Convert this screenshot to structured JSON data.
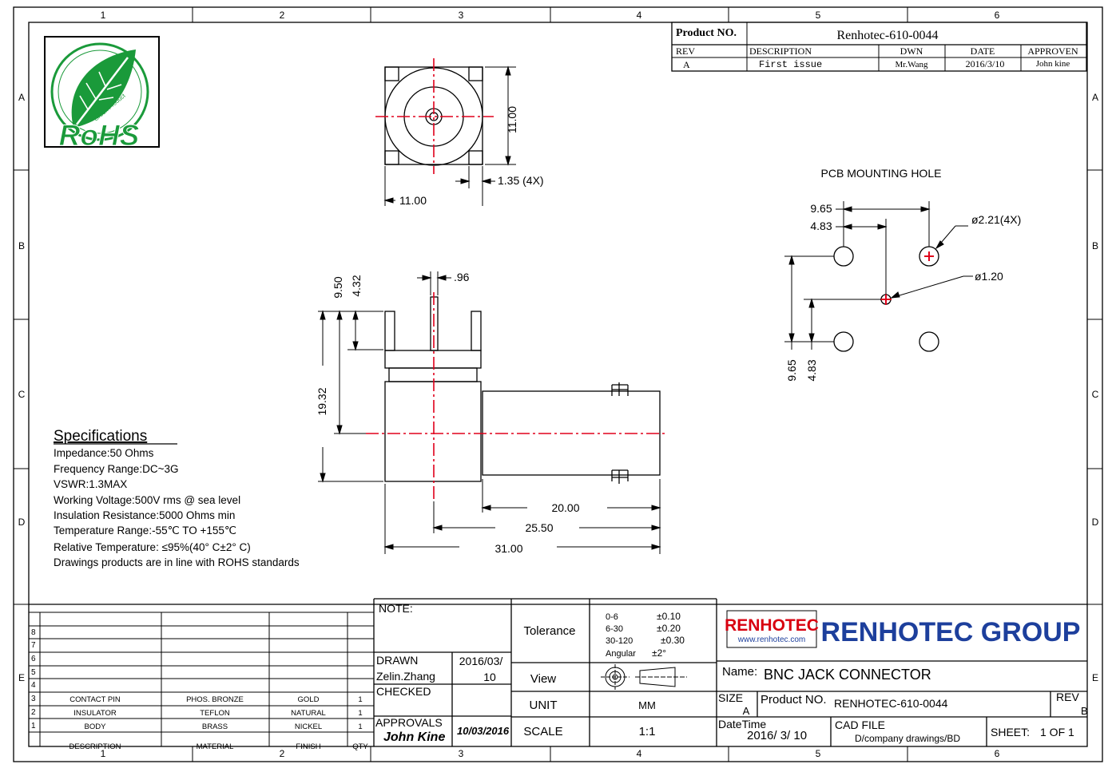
{
  "grid": {
    "cols": [
      "1",
      "2",
      "3",
      "4",
      "5",
      "6"
    ],
    "rows": [
      "A",
      "B",
      "C",
      "D",
      "E"
    ]
  },
  "title_block": {
    "product_no_label": "Product NO.",
    "product_no": "Renhotec-610-0044",
    "rev_label": "REV",
    "desc_label": "DESCRIPTION",
    "dwn_label": "DWN",
    "date_label": "DATE",
    "approven_label": "APPROVEN",
    "rev": "A",
    "desc": "First issue",
    "dwn": "Mr.Wang",
    "date": "2016/3/10",
    "approven": "John kine"
  },
  "logo": {
    "text": "RoHS",
    "subtext": "Green Product"
  },
  "dims": {
    "top_h": "11.00",
    "top_w": "11.00",
    "pin_w": "1.35 (4X)",
    "side_096": ".96",
    "side_950": "9.50",
    "side_432": "4.32",
    "side_1932": "19.32",
    "len_2000": "20.00",
    "len_2550": "25.50",
    "len_3100": "31.00"
  },
  "pcb": {
    "title": "PCB  MOUNTING  HOLE",
    "h965": "9.65",
    "h483": "4.83",
    "v965": "9.65",
    "v483": "4.83",
    "hole4x": "ø2.21(4X)",
    "hole_center": "ø1.20"
  },
  "specs": {
    "title": "Specifications",
    "lines": [
      "Impedance:50 Ohms",
      "Frequency Range:DC~3G",
      "VSWR:1.3MAX",
      "Working Voltage:500V rms @ sea level",
      "Insulation Resistance:5000 Ohms min",
      "Temperature Range:-55℃ TO +155℃",
      "Relative Temperature: ≤95%(40° C±2° C)",
      "Drawings products are in line with ROHS standards"
    ]
  },
  "bom": {
    "row_numbers": [
      "8",
      "7",
      "6",
      "5",
      "4",
      "3",
      "2",
      "1"
    ],
    "rows": [
      {
        "no": "3",
        "desc": "CONTACT PIN",
        "material": "PHOS. BRONZE",
        "finish": "GOLD",
        "qty": "1"
      },
      {
        "no": "2",
        "desc": "INSULATOR",
        "material": "TEFLON",
        "finish": "NATURAL",
        "qty": "1"
      },
      {
        "no": "1",
        "desc": "BODY",
        "material": "BRASS",
        "finish": "NICKEL",
        "qty": "1"
      }
    ],
    "headers": {
      "desc": "DESCRIPTION",
      "material": "MATERIAL",
      "finish": "FINISH",
      "qty": "QTY"
    }
  },
  "info": {
    "note_label": "NOTE:",
    "drawn_label": "DRAWN",
    "drawn_name": "Zelin.Zhang",
    "drawn_date1": "2016/03/",
    "drawn_date2": "10",
    "checked_label": "CHECKED",
    "approvals_label": "APPROVALS",
    "approvals_sign": "John Kine",
    "approvals_date": "10/03/2016",
    "tolerance_label": "Tolerance",
    "tol": [
      {
        "range": "0-6",
        "val": "±0.10"
      },
      {
        "range": "6-30",
        "val": "±0.20"
      },
      {
        "range": "30-120",
        "val": "±0.30"
      },
      {
        "range": "Angular",
        "val": "±2°"
      }
    ],
    "view_label": "View",
    "unit_label": "UNIT",
    "unit": "MM",
    "scale_label": "SCALE",
    "scale": "1:1",
    "company_logo": "RENHOTEC",
    "company_url": "www.renhotec.com",
    "company_name": "RENHOTEC  GROUP",
    "name_label": "Name:",
    "name": "BNC JACK CONNECTOR",
    "size_label": "SIZE",
    "size": "A",
    "product_label": "Product NO.",
    "product": "RENHOTEC-610-0044",
    "rev_label": "REV",
    "rev": "B",
    "datetime_label": "DateTime",
    "datetime": "2016/ 3/ 10",
    "cad_label": "CAD FILE",
    "cad": "D/company drawings/BD",
    "sheet_label": "SHEET:",
    "sheet": "1 OF 1"
  },
  "colors": {
    "center": "#e0001b",
    "logo_green": "#1a9a3a",
    "brand_red": "#d8000f",
    "brand_blue": "#1d3f9c"
  }
}
